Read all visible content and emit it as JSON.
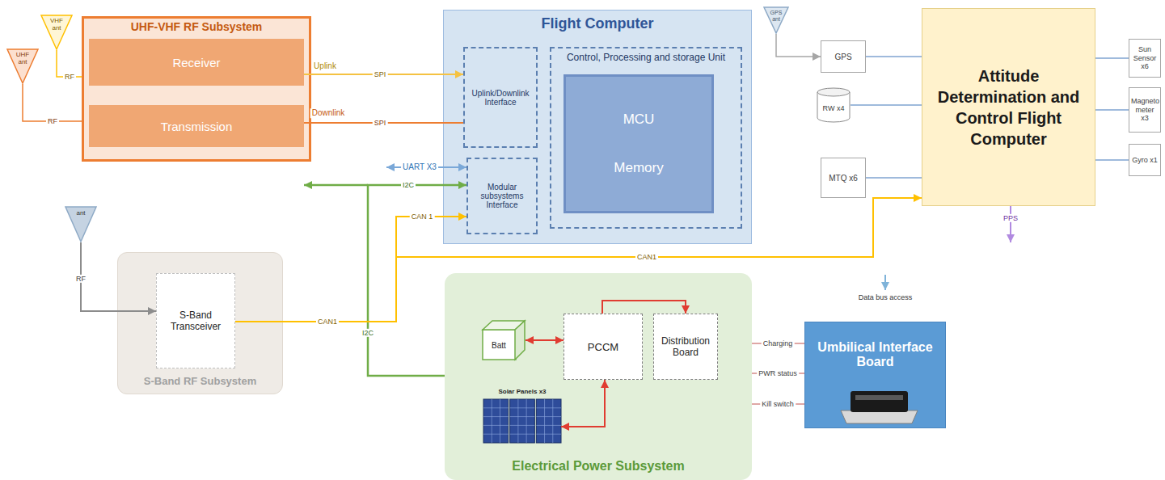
{
  "diagram": {
    "nodes": [
      {
        "text": [
          "VHF ant"
        ]
      },
      {
        "text": [
          "UHF ant"
        ]
      },
      {
        "text": [
          "UHF-VHF RF Subsystem"
        ]
      },
      {
        "text": [
          "Receiver"
        ],
        "in": 2
      },
      {
        "text": [
          "Transmission"
        ],
        "in": 2
      },
      {
        "text": [
          "Flight Computer"
        ]
      },
      {
        "text": [
          "Uplink/Downlink Interface"
        ],
        "in": 5
      },
      {
        "text": [
          "Control, Processing and storage Unit"
        ],
        "in": 5
      },
      {
        "text": [
          "MCU",
          "Memory"
        ],
        "in": 7
      },
      {
        "text": [
          "Modular subsystems Interface"
        ],
        "in": 5
      },
      {
        "text": [
          "GPS ant"
        ]
      },
      {
        "text": [
          "GPS"
        ]
      },
      {
        "text": [
          "RW x4"
        ]
      },
      {
        "text": [
          "MTQ x6"
        ]
      },
      {
        "text": [
          "Attitude Determination and Control Flight Computer"
        ]
      },
      {
        "text": [
          "Sun Sensor x6"
        ]
      },
      {
        "text": [
          "Magneto meter x3"
        ]
      },
      {
        "text": [
          "Gyro x1"
        ]
      },
      {
        "text": [
          "ant"
        ]
      },
      {
        "text": [
          "S-Band RF Subsystem"
        ]
      },
      {
        "text": [
          "S-Band Transceiver"
        ],
        "in": 19
      },
      {
        "text": [
          "Electrical Power Subsystem"
        ]
      },
      {
        "text": [
          "Batt"
        ],
        "in": 21
      },
      {
        "text": [
          "PCCM"
        ],
        "in": 21
      },
      {
        "text": [
          "Distribution Board"
        ],
        "in": 21
      },
      {
        "text": [
          "Solar Panels x3"
        ],
        "in": 21
      },
      {
        "text": [
          "Umbilical Interface Board"
        ]
      }
    ],
    "edges": [
      {
        "from": 0,
        "to": 2,
        "arrow": "none",
        "label": "RF"
      },
      {
        "from": 1,
        "to": 2,
        "arrow": "none",
        "label": "RF"
      },
      {
        "from": 3,
        "to": 6,
        "arrow": "to",
        "label": "SPI"
      },
      {
        "from": 6,
        "to": 4,
        "arrow": "none",
        "label": "SPI"
      },
      {
        "from": 21,
        "to": 9,
        "arrow": "to",
        "label": "I2C"
      },
      {
        "from": 20,
        "to": 9,
        "arrow": "to",
        "label": "CAN 1"
      },
      {
        "from": 20,
        "to": 14,
        "arrow": "to",
        "label": "CAN1"
      },
      {
        "from": 10,
        "to": 11,
        "arrow": "to"
      },
      {
        "from": 11,
        "to": 14,
        "arrow": "none"
      },
      {
        "from": 12,
        "to": 14,
        "arrow": "none"
      },
      {
        "from": 13,
        "to": 14,
        "arrow": "none"
      },
      {
        "from": 15,
        "to": 14,
        "arrow": "none"
      },
      {
        "from": 16,
        "to": 14,
        "arrow": "none"
      },
      {
        "from": 17,
        "to": 14,
        "arrow": "none"
      },
      {
        "from": 18,
        "to": 20,
        "arrow": "to",
        "label": "RF"
      },
      {
        "from": 22,
        "to": 23,
        "arrow": "both"
      },
      {
        "from": 25,
        "to": 23,
        "arrow": "both"
      },
      {
        "from": 23,
        "to": 24,
        "arrow": "to"
      },
      {
        "from": 21,
        "to": 26,
        "arrow": "none",
        "label": "Charging"
      },
      {
        "from": 21,
        "to": 26,
        "arrow": "none",
        "label": "PWR status"
      },
      {
        "from": 21,
        "to": 26,
        "arrow": "none",
        "label": "Kill switch"
      }
    ],
    "labels": [
      "Uplink",
      "Downlink",
      "UART X3",
      "I2C",
      "CAN1",
      "PPS",
      "Data bus access"
    ]
  }
}
